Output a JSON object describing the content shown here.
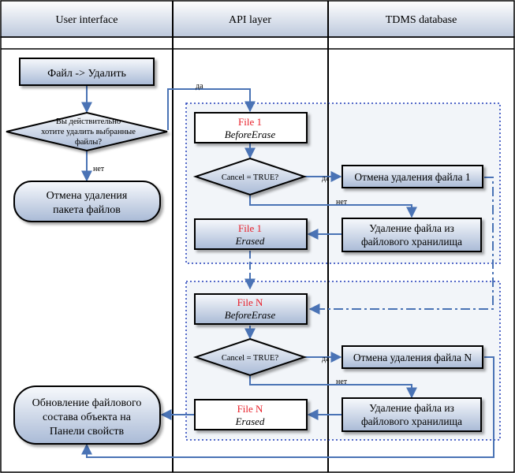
{
  "lanes": {
    "user_interface": "User interface",
    "api_layer": "API layer",
    "tdms_database": "TDMS database"
  },
  "nodes": {
    "file_delete": "Файл -> Удалить",
    "confirm_question": [
      "Вы действительно",
      "хотите удалить выбранные",
      "файлы?"
    ],
    "cancel_package": [
      "Отмена удаления",
      "пакета файлов"
    ],
    "file1_before_title": "File 1",
    "file1_before_event": "BeforeErase",
    "cancel_check_1": "Cancel = TRUE?",
    "cancel_file_1": "Отмена удаления файла 1",
    "delete_storage_1": [
      "Удаление файла из",
      "файлового хранилища"
    ],
    "file1_erased_title": "File 1",
    "file1_erased_event": "Erased",
    "fileN_before_title": "File N",
    "fileN_before_event": "BeforeErase",
    "cancel_check_n": "Cancel = TRUE?",
    "cancel_file_n": "Отмена удаления файла N",
    "delete_storage_n": [
      "Удаление файла из",
      "файлового хранилища"
    ],
    "fileN_erased_title": "File N",
    "fileN_erased_event": "Erased",
    "update_props": [
      "Обновление файлового",
      "состава объекта на",
      "Панели свойств"
    ]
  },
  "edge_labels": {
    "yes_confirm": "да",
    "no_confirm": "нет",
    "yes_1": "да",
    "no_1": "нет",
    "yes_n": "да",
    "no_n": "нет"
  },
  "colors": {
    "box_fill_top": "#f4f7fb",
    "box_fill_bottom": "#aabbd6",
    "arrow": "#4a73b5",
    "title_red": "#e8202a",
    "group_border": "#1f3bb8",
    "group_fill": "#eef1f7",
    "lane_border": "#000000"
  }
}
